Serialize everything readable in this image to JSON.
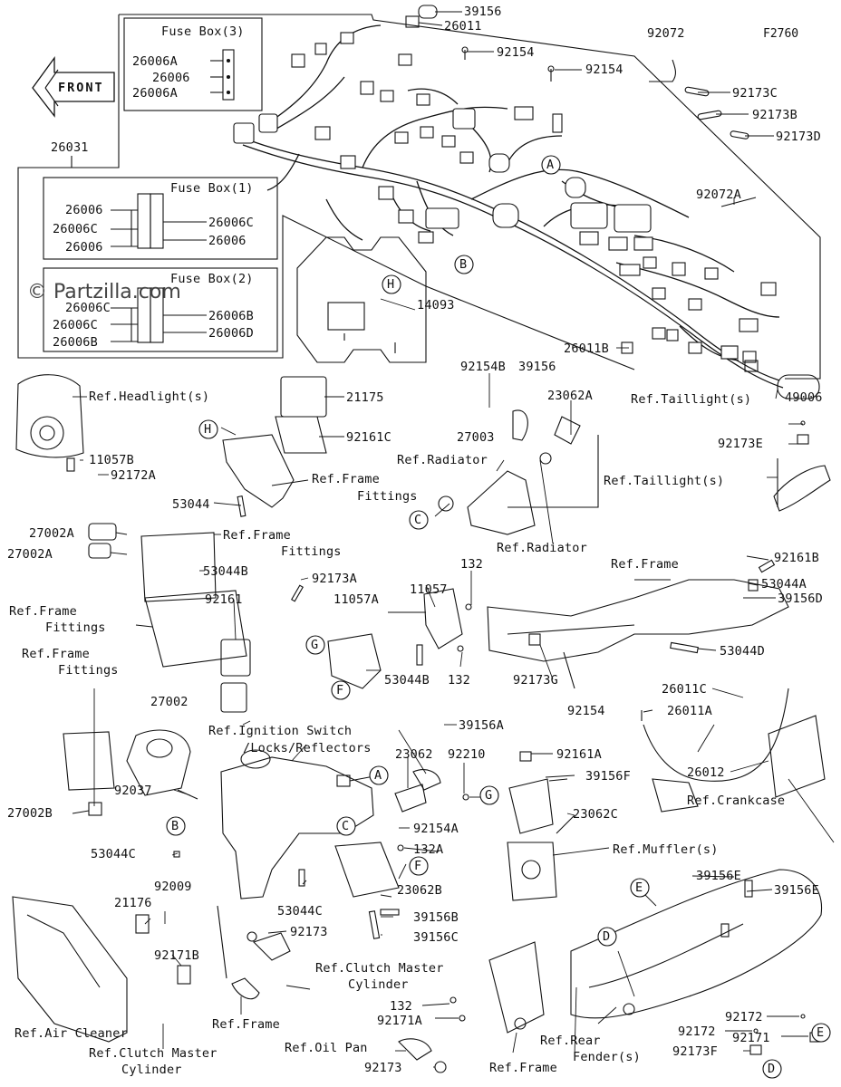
{
  "diagram": {
    "figure_id": "F2760",
    "front_label": "FRONT",
    "watermark": "© Partzilla.com",
    "fuse_box_3": {
      "title": "Fuse Box(3)",
      "parts": [
        "26006A",
        "26006",
        "26006A"
      ]
    },
    "fuse_box_1": {
      "title": "Fuse Box(1)",
      "left": [
        "26006",
        "26006C",
        "26006"
      ],
      "right": [
        "26006C",
        "26006"
      ]
    },
    "fuse_box_2": {
      "title": "Fuse Box(2)",
      "left": [
        "26006C",
        "26006C",
        "26006B"
      ],
      "right": [
        "26006B",
        "26006D"
      ]
    },
    "callouts": {
      "c39156": "39156",
      "c26011": "26011",
      "c92154_a": "92154",
      "c92154_b": "92154",
      "c92072": "92072",
      "c92173C": "92173C",
      "c92173B": "92173B",
      "c92173D": "92173D",
      "c26031": "26031",
      "c92072A": "92072A",
      "c14093": "14093",
      "c26011B": "26011B",
      "c92154B": "92154B",
      "c39156_b": "39156",
      "c23062A": "23062A",
      "c49006": "49006",
      "c21175": "21175",
      "c27003": "27003",
      "c92161C": "92161C",
      "c11057B": "11057B",
      "c92172A": "92172A",
      "c53044": "53044",
      "c92173E": "92173E",
      "c27002A_a": "27002A",
      "c27002A_b": "27002A",
      "c53044B": "53044B",
      "c92173A": "92173A",
      "c11057": "11057",
      "c132_a": "132",
      "c92161B": "92161B",
      "c53044A": "53044A",
      "c39156D": "39156D",
      "c92161": "92161",
      "c11057A": "11057A",
      "c53044D": "53044D",
      "c53044B_b": "53044B",
      "c132_b": "132",
      "c92173G": "92173G",
      "c26011C": "26011C",
      "c27002": "27002",
      "c92154_c": "92154",
      "c26011A": "26011A",
      "c39156A": "39156A",
      "c26012": "26012",
      "c23062": "23062",
      "c92210": "92210",
      "c92161A": "92161A",
      "c39156F": "39156F",
      "c92037": "92037",
      "c23062C": "23062C",
      "c27002B": "27002B",
      "c92154A": "92154A",
      "c132A": "132A",
      "c53044C_a": "53044C",
      "c92009": "92009",
      "c21176": "21176",
      "c23062B": "23062B",
      "c39156B": "39156B",
      "c53044C_b": "53044C",
      "c92173": "92173",
      "c39156C": "39156C",
      "c39156E_a": "39156E",
      "c39156E_b": "39156E",
      "c92171B": "92171B",
      "c132_c": "132",
      "c92171A": "92171A",
      "c92172_a": "92172",
      "c92171": "92171",
      "c92172_b": "92172",
      "c92173F": "92173F",
      "c92173_b": "92173"
    },
    "references": {
      "headlight": "Ref.Headlight(s)",
      "frame_fittings_1": "Ref.Frame",
      "frame_fittings_1b": "Fittings",
      "radiator_top": "Ref.Radiator",
      "radiator_bottom": "Ref.Radiator",
      "taillight_top": "Ref.Taillight(s)",
      "taillight_mid": "Ref.Taillight(s)",
      "frame_fittings_2": "Ref.Frame",
      "frame_fittings_2b": "Fittings",
      "frame_fittings_3": "Ref.Frame",
      "frame_fittings_3b": "Fittings",
      "frame_fittings_4": "Ref.Frame",
      "frame_fittings_4b": "Fittings",
      "frame_right": "Ref.Frame",
      "ignition": "Ref.Ignition Switch",
      "ignition_b": "/Locks/Reflectors",
      "crankcase": "Ref.Crankcase",
      "muffler": "Ref.Muffler(s)",
      "clutch_1": "Ref.Clutch Master",
      "clutch_1b": "Cylinder",
      "air_cleaner": "Ref.Air Cleaner",
      "frame_bottom": "Ref.Frame",
      "clutch_2": "Ref.Clutch Master",
      "clutch_2b": "Cylinder",
      "oil_pan": "Ref.Oil Pan",
      "frame_bottom_2": "Ref.Frame",
      "rear_fender": "Ref.Rear",
      "rear_fender_b": "Fender(s)"
    },
    "markers": {
      "A": "A",
      "B": "B",
      "C": "C",
      "D": "D",
      "E": "E",
      "F": "F",
      "G": "G",
      "H": "H"
    }
  }
}
